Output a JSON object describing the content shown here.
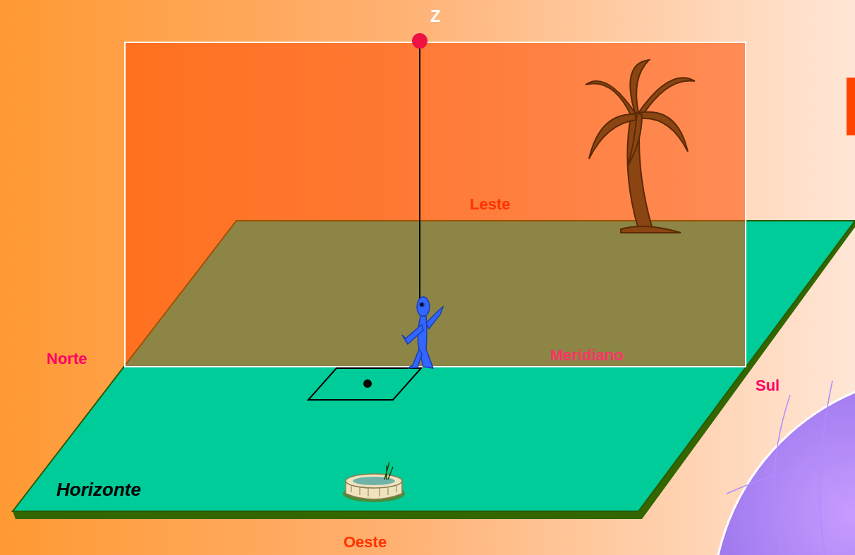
{
  "diagram": {
    "labels": [
      "Z",
      "Leste",
      "Norte",
      "Meridiano",
      "Sul",
      "Horizonte",
      "Oeste"
    ]
  }
}
